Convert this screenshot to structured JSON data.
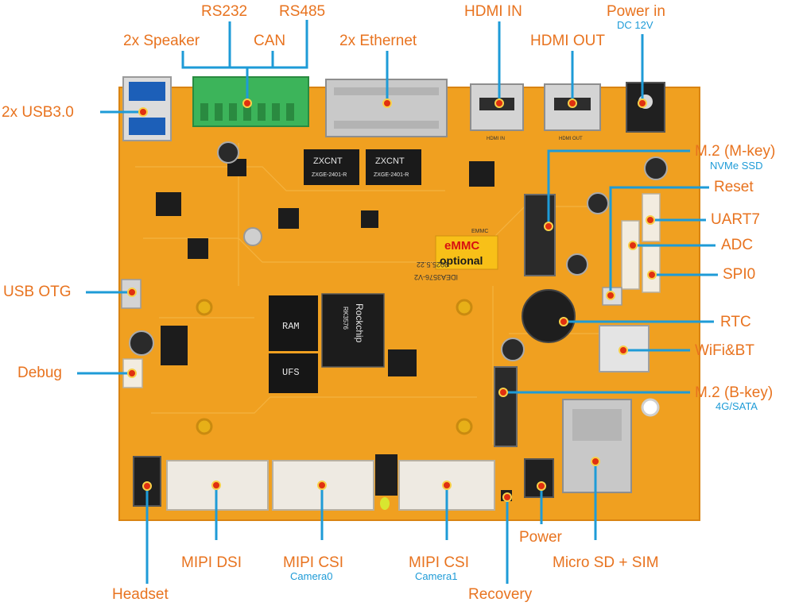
{
  "colors": {
    "label": "#e8731f",
    "sublabel": "#1e9bd7",
    "leader": "#1e9bd7",
    "pcb": "#f0a020",
    "pcb_edge": "#d98412",
    "marker": "#e03010"
  },
  "labels": {
    "rs232": "RS232",
    "rs485": "RS485",
    "speaker": "2x Speaker",
    "can": "CAN",
    "ethernet": "2x Ethernet",
    "hdmi_in": "HDMI IN",
    "hdmi_out": "HDMI OUT",
    "power_in": "Power in",
    "power_in_sub": "DC 12V",
    "usb3": "2x  USB3.0",
    "m2_m": "M.2 (M-key)",
    "m2_m_sub": "NVMe SSD",
    "reset": "Reset",
    "uart7": "UART7",
    "adc": "ADC",
    "spi0": "SPI0",
    "usb_otg": "USB OTG",
    "rtc": "RTC",
    "wifi": "WiFi&BT",
    "debug": "Debug",
    "m2_b": "M.2 (B-key)",
    "m2_b_sub": "4G/SATA",
    "power": "Power",
    "microsd": "Micro SD + SIM",
    "mipi_dsi": "MIPI DSI",
    "mipi_csi0": "MIPI CSI",
    "mipi_csi0_sub": "Camera0",
    "mipi_csi1": "MIPI CSI",
    "mipi_csi1_sub": "Camera1",
    "headset": "Headset",
    "recovery": "Recovery"
  },
  "board": {
    "emmc_badge": [
      "eMMC",
      "optional"
    ],
    "silkscreen_model": "IDEA3576-V2",
    "silkscreen_date": "2025.5.22",
    "ram_label": "RAM",
    "ufs_label": "UFS",
    "soc_brand": "Rockchip",
    "soc_model": "RK3576",
    "ethernet_chip_1": "ZXCNT",
    "ethernet_chip_1_part": "ZXGE-2401-R",
    "ethernet_chip_2": "ZXCNT",
    "ethernet_chip_2_part": "ZXGE-2401-R",
    "emmc_silk": "EMMC",
    "hdmi_in_silk": "HDMI IN",
    "hdmi_out_silk": "HDMI OUT"
  }
}
